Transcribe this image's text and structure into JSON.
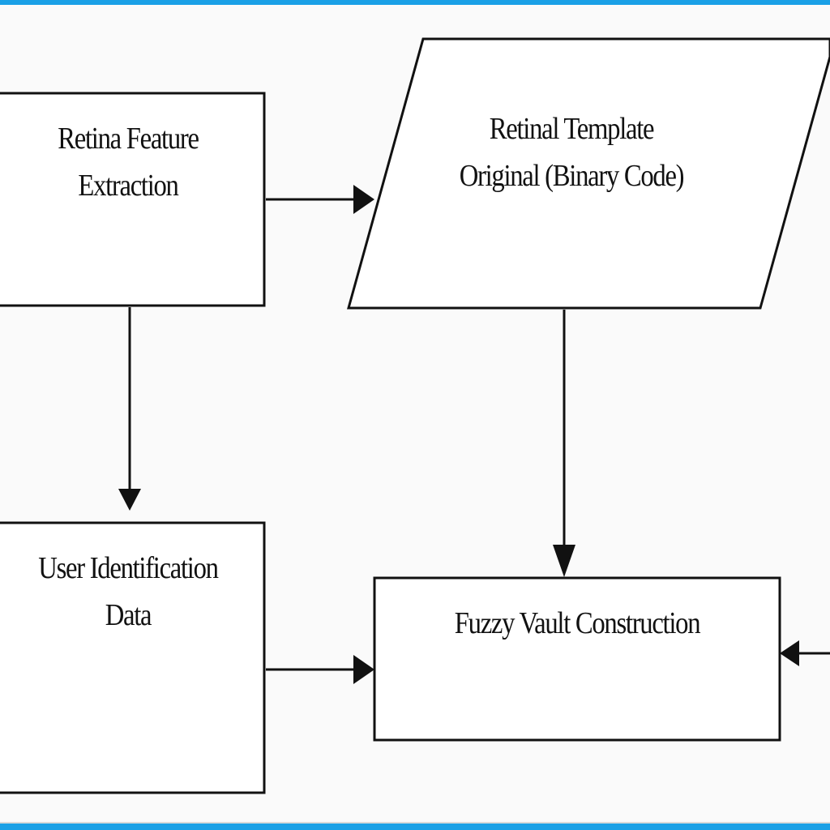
{
  "colors": {
    "frame": "#1aa0e6",
    "stroke": "#111111",
    "fill": "#ffffff"
  },
  "nodes": {
    "feature_extraction": {
      "line1": "Retina Feature",
      "line2": "Extraction"
    },
    "retinal_template": {
      "line1": "Retinal Template",
      "line2": "Original (Binary Code)"
    },
    "user_identification": {
      "line1": "User Identification",
      "line2": "Data"
    },
    "fuzzy_vault": {
      "line1": "Fuzzy Vault Construction"
    }
  }
}
